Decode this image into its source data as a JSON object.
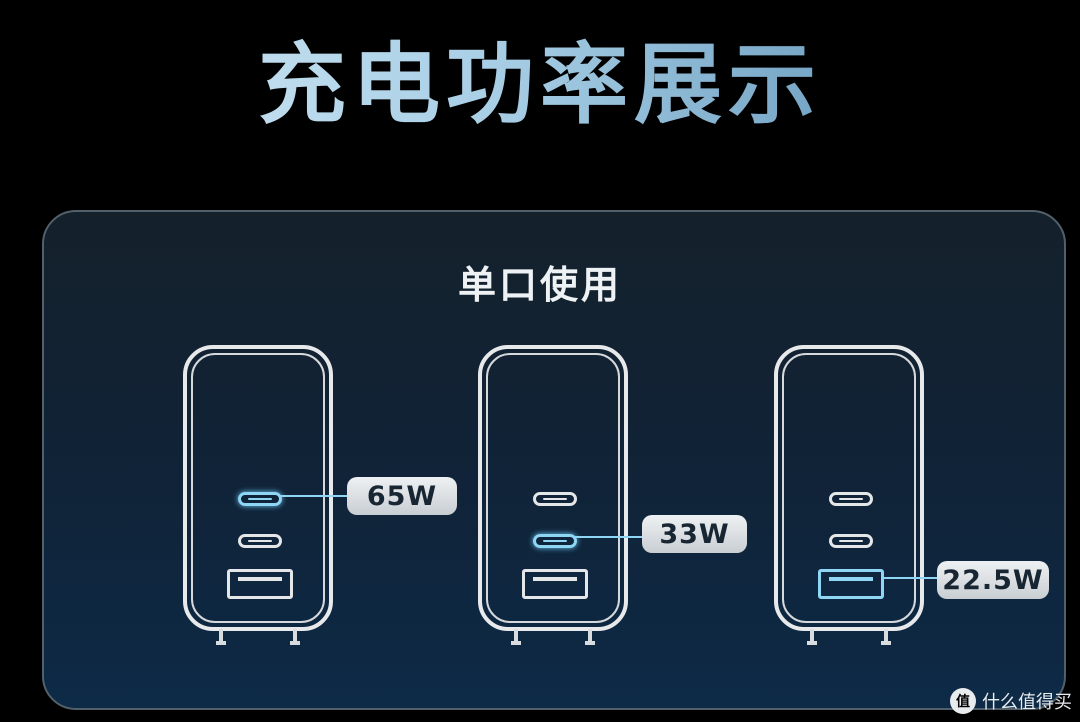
{
  "title": "充电功率展示",
  "panel": {
    "subtitle": "单口使用",
    "chargers": [
      {
        "active_port": "c1",
        "power_label": "65W"
      },
      {
        "active_port": "c2",
        "power_label": "33W"
      },
      {
        "active_port": "a",
        "power_label": "22.5W"
      }
    ]
  },
  "watermark": {
    "icon_text": "值",
    "text": "什么值得买"
  },
  "colors": {
    "accent": "#8fd6f5",
    "panel_bg": "#102338",
    "title_gradient_end": "#4f87ad"
  }
}
